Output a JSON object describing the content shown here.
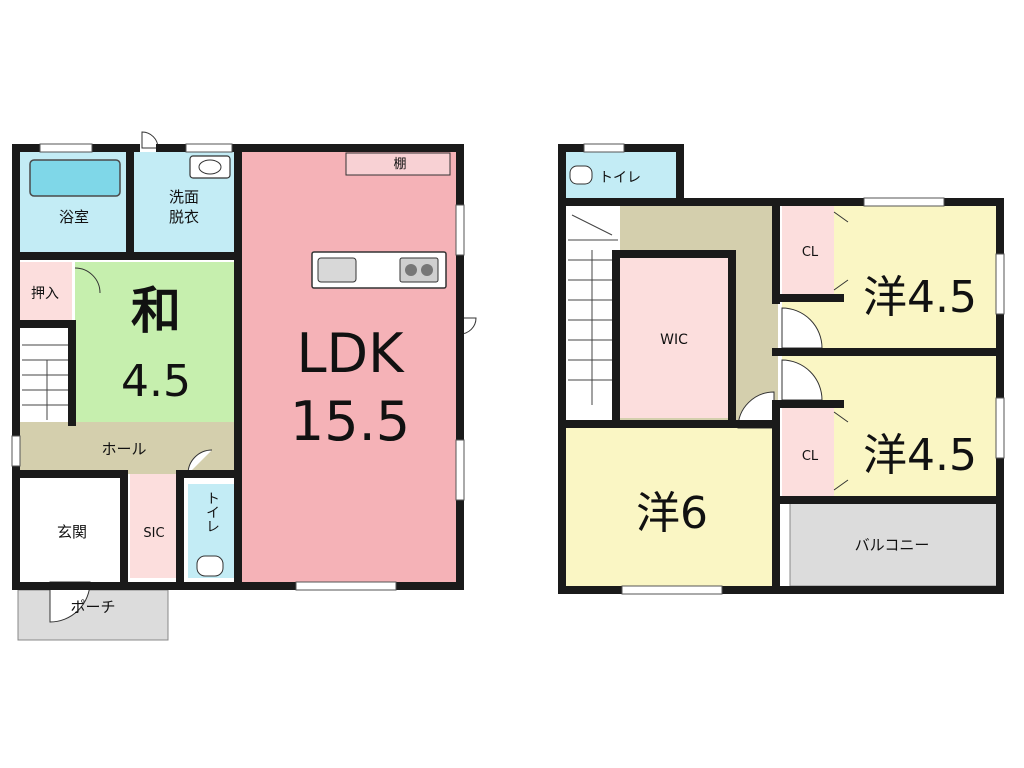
{
  "colors": {
    "wall": "#1a1a1a",
    "ldk": "#f5b2b7",
    "washitsu": "#c6efae",
    "hall": "#d4cfad",
    "wet": "#c3ecf5",
    "youshitsu": "#faf6c4",
    "closet": "#fcdedd",
    "balcony": "#dcdcdc",
    "window": "#ffffff"
  },
  "floor1": {
    "ldk_line1": "LDK",
    "ldk_line2": "15.5",
    "washitsu_line1": "和",
    "washitsu_line2": "4.5",
    "bath": "浴室",
    "washroom_line1": "洗面",
    "washroom_line2": "脱衣",
    "oshiire": "押入",
    "hall": "ホール",
    "genkan": "玄関",
    "sic": "SIC",
    "toilet": "トイレ",
    "porch": "ポーチ",
    "tana": "棚"
  },
  "floor2": {
    "toilet": "トイレ",
    "wic": "WIC",
    "room_a": "洋4.5",
    "room_b": "洋4.5",
    "room_c": "洋6",
    "cl_a": "CL",
    "cl_b": "CL",
    "balcony": "バルコニー"
  }
}
